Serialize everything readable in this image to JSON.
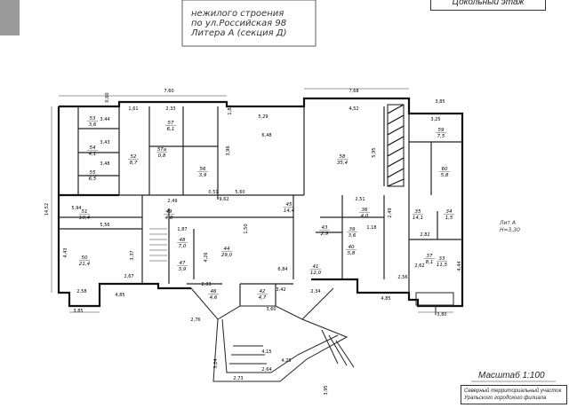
{
  "title": {
    "line1": "нежилого строения",
    "line2": "по ул.Российская 98",
    "line3": "Литера  А (секция Д)"
  },
  "stamp": "Цокольный этаж",
  "scale": "Масштаб   1:100",
  "org": {
    "line1": "Северный территориальный участок",
    "line2": "Уральского городского филиала"
  },
  "legend": {
    "line1": "Лит А",
    "line2": "Н=3,30"
  },
  "rooms": [
    {
      "n": "53",
      "a": "3,6"
    },
    {
      "n": "54",
      "a": "4,1"
    },
    {
      "n": "55",
      "a": "6,5"
    },
    {
      "n": "52",
      "a": "8,7"
    },
    {
      "n": "57",
      "a": "6,1"
    },
    {
      "n": "57а",
      "a": "0,8"
    },
    {
      "n": "56",
      "a": "3,9"
    },
    {
      "n": "58",
      "a": "35,4"
    },
    {
      "n": "59",
      "a": "7,5"
    },
    {
      "n": "60",
      "a": "5,8"
    },
    {
      "n": "51",
      "a": "10,4"
    },
    {
      "n": "49",
      "a": "4,8"
    },
    {
      "n": "50",
      "a": "21,4"
    },
    {
      "n": "48",
      "a": "7,0"
    },
    {
      "n": "47",
      "a": "3,9"
    },
    {
      "n": "45",
      "a": "14,4"
    },
    {
      "n": "44",
      "a": "29,0"
    },
    {
      "n": "46",
      "a": "4,6"
    },
    {
      "n": "42",
      "a": "4,7"
    },
    {
      "n": "43",
      "a": "2,9"
    },
    {
      "n": "41",
      "a": "12,0"
    },
    {
      "n": "40",
      "a": "5,8"
    },
    {
      "n": "39",
      "a": "3,6"
    },
    {
      "n": "36",
      "a": "4,0"
    },
    {
      "n": "37",
      "a": "8,1"
    },
    {
      "n": "35",
      "a": "14,1"
    },
    {
      "n": "34",
      "a": "1,5"
    },
    {
      "n": "33",
      "a": "11,5"
    }
  ],
  "dims": [
    "7,60",
    "7,68",
    "3,85",
    "0,60",
    "1,61",
    "2,33",
    "1,88",
    "5,29",
    "4,52",
    "3,25",
    "3,44",
    "3,43",
    "3,48",
    "6,48",
    "5,95",
    "3,96",
    "14,52",
    "5,94",
    "5,56",
    "4,43",
    "3,37",
    "2,67",
    "4,85",
    "2,58",
    "3,85",
    "2,49",
    "9,62",
    "1,87",
    "4,26",
    "6,84",
    "3,42",
    "3,60",
    "2,34",
    "2,33",
    "1,50",
    "2,51",
    "1,18",
    "2,49",
    "2,82",
    "2,62",
    "4,44",
    "4,85",
    "2,56",
    "3,80",
    "2,76",
    "3,24",
    "2,73",
    "2,64",
    "3,95",
    "4,15",
    "4,25",
    "0,51",
    "5,60"
  ]
}
